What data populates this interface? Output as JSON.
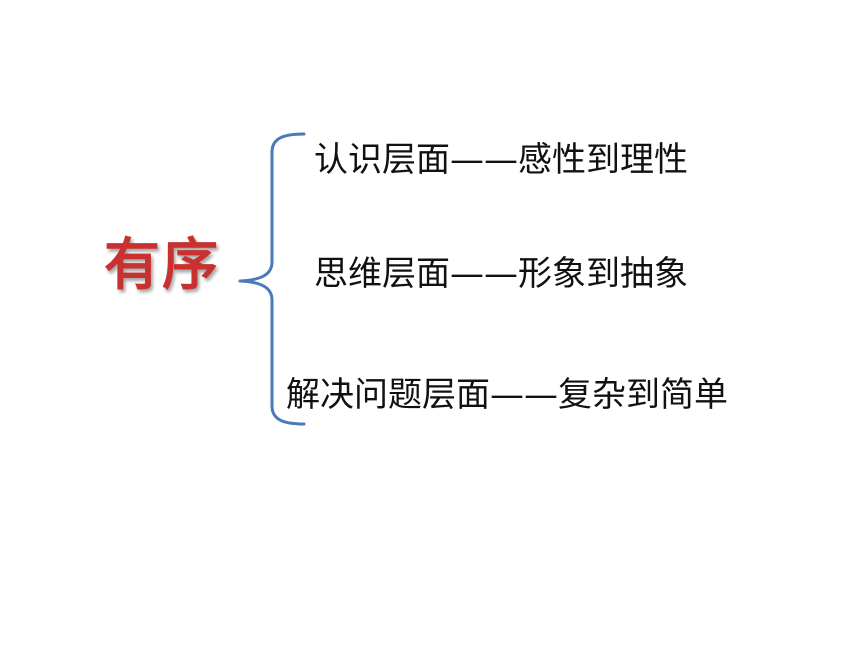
{
  "diagram": {
    "root": {
      "label": "有序",
      "color": "#c8312f"
    },
    "brace_color": "#4a7ab9",
    "branches": [
      {
        "label": "认识层面——感性到理性"
      },
      {
        "label": "思维层面——形象到抽象"
      },
      {
        "label": "解决问题层面——复杂到简单"
      }
    ]
  }
}
